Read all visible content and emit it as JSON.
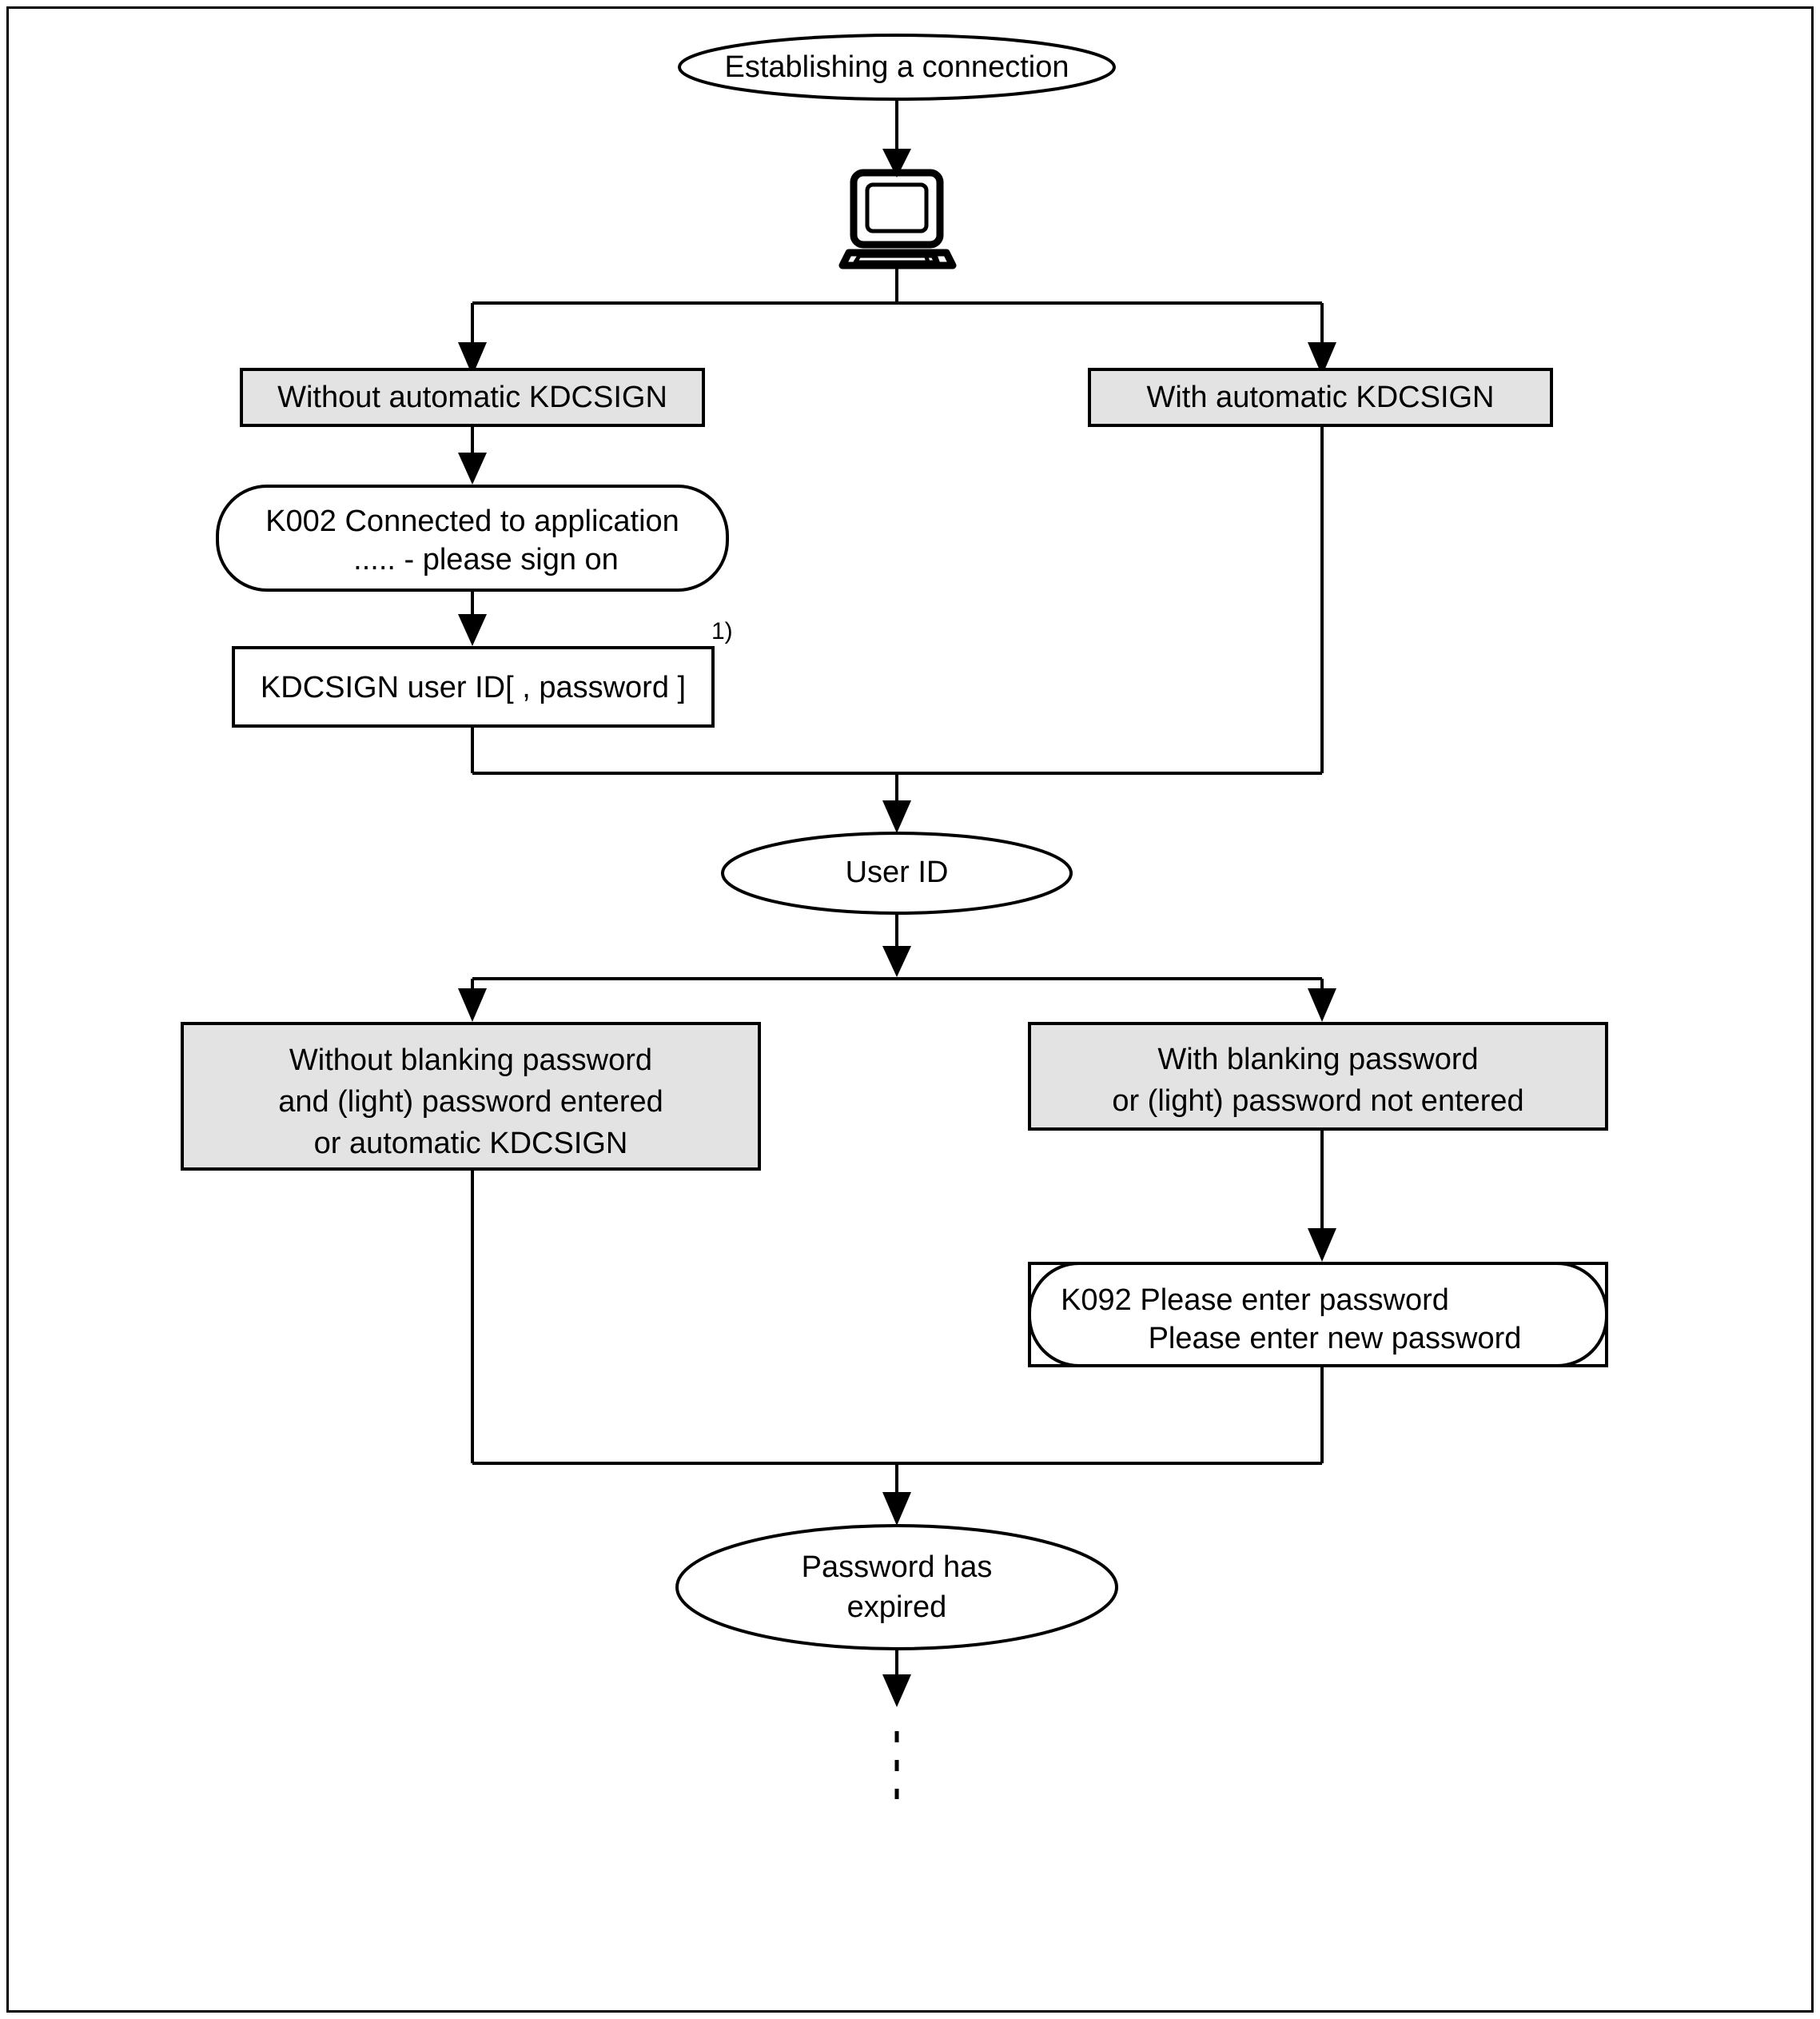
{
  "diagram": {
    "title": "Establishing a connection flowchart",
    "colors": {
      "gray_fill": "#e3e3e3",
      "line": "#000000",
      "background": "#ffffff"
    },
    "nodes": {
      "start": {
        "label": "Establishing a connection",
        "shape": "ellipse"
      },
      "terminal": {
        "label": "terminal-icon",
        "shape": "icon"
      },
      "branch_left": {
        "label": "Without automatic KDCSIGN",
        "shape": "rect-gray"
      },
      "branch_right": {
        "label": "With automatic KDCSIGN",
        "shape": "rect-gray"
      },
      "k002": {
        "line1": "K002 Connected to application",
        "line2": "..... - please sign on",
        "shape": "rounded"
      },
      "kdcsign_cmd": {
        "label": "KDCSIGN user ID[ , password ]",
        "footnote": "1)",
        "shape": "rect"
      },
      "user_id": {
        "label": "User ID",
        "shape": "ellipse"
      },
      "no_blanking": {
        "line1": "Without blanking password",
        "line2": "and (light) password entered",
        "line3": "or automatic KDCSIGN",
        "shape": "rect-gray"
      },
      "with_blanking": {
        "line1": "With blanking password",
        "line2": "or (light) password not entered",
        "shape": "rect-gray"
      },
      "k092": {
        "line1": "K092 Please enter password",
        "line2": "Please enter new password",
        "shape": "rounded"
      },
      "password_expired": {
        "line1": "Password has",
        "line2": "expired",
        "shape": "ellipse"
      }
    }
  }
}
